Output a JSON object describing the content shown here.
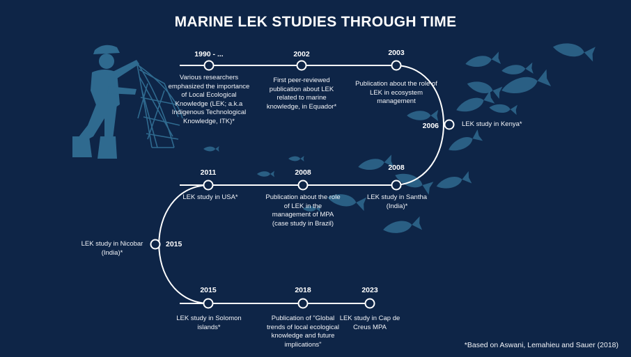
{
  "title": "MARINE LEK STUDIES THROUGH TIME",
  "colors": {
    "background": "#0e2547",
    "illustration": "#2f6a8f",
    "line": "#ffffff"
  },
  "events": [
    {
      "year": "1990 - ...",
      "text": "Various researchers emphasized the importance of Local Ecological Knowledge (LEK; a.k.a Indigenous Technological Knowledge, ITK)*"
    },
    {
      "year": "2002",
      "text": "First peer-reviewed publication about LEK related to marine knowledge, in Equador*"
    },
    {
      "year": "2003",
      "text": "Publication about the role of LEK in ecosystem management"
    },
    {
      "year": "2006",
      "text": "LEK study in Kenya*"
    },
    {
      "year": "2008",
      "text": "LEK study in Santha (India)*"
    },
    {
      "year": "2008",
      "text": "Publication about the role of LEK in the management of MPA (case study in Brazil)"
    },
    {
      "year": "2011",
      "text": "LEK study in USA*"
    },
    {
      "year": "2015",
      "text": "LEK study in Nicobar (India)*"
    },
    {
      "year": "2015",
      "text": "LEK study in Solomon islands*"
    },
    {
      "year": "2018",
      "text": "Publication of \"Global trends of local ecological knowledge and future implications\""
    },
    {
      "year": "2023",
      "text": "LEK study in Cap de Creus MPA"
    }
  ],
  "footnote": "*Based on Aswani, Lemahieu and Sauer (2018)",
  "illustration": {
    "fisherman_icon": "fisherman-with-net-icon",
    "fish_icon": "fish-icon"
  }
}
